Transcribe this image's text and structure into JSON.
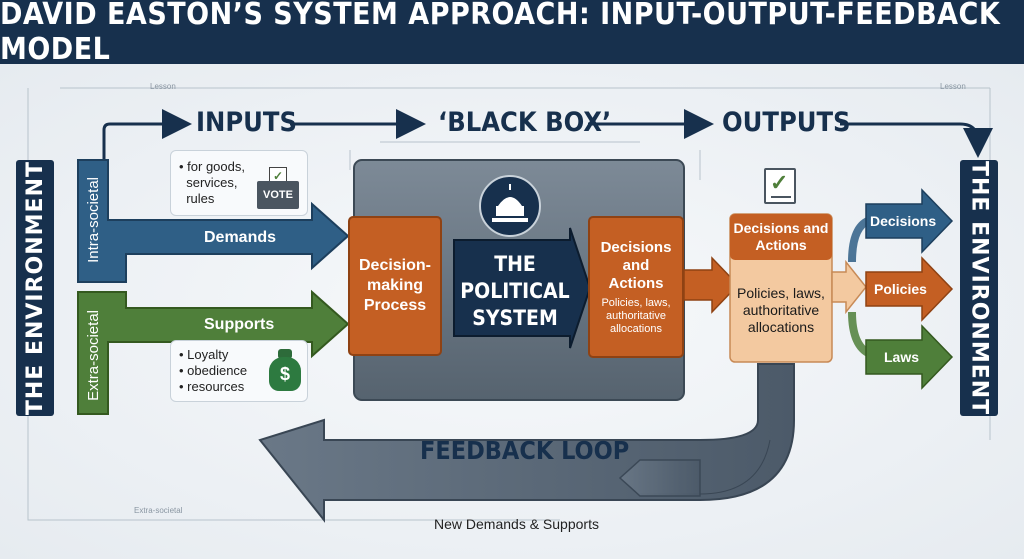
{
  "title": "DAVID EASTON’S SYSTEM APPROACH: INPUT-OUTPUT-FEEDBACK MODEL",
  "environment_left": "THE ENVIRONMENT",
  "environment_right": "THE ENVIRONMENT",
  "headers": {
    "inputs": "INPUTS",
    "black_box": "‘BLACK BOX’",
    "outputs": "OUTPUTS",
    "feedback": "FEEDBACK LOOP"
  },
  "small_labels": {
    "lesson_left": "Lesson",
    "lesson_right": "Lesson",
    "extra_bottom": "Extra-societal"
  },
  "demands": {
    "label": "Demands",
    "side": "Intra-societal",
    "notes": [
      "• for goods,",
      "  services,",
      "  rules"
    ],
    "vote": "VOTE"
  },
  "supports": {
    "label": "Supports",
    "side": "Extra-societal",
    "notes": [
      "• Loyalty",
      "• obedience",
      "• resources"
    ],
    "money_symbol": "$"
  },
  "system": {
    "process": "Decision-making Process",
    "title_lines": [
      "THE",
      "POLITICAL",
      "SYSTEM"
    ],
    "out_title": "Decisions and Actions",
    "out_sub": "Policies, laws, authoritative allocations"
  },
  "outputs_box": {
    "title": "Decisions and Actions",
    "sub": "Policies, laws, authoritative allocations"
  },
  "output_arrows": [
    "Decisions",
    "Policies",
    "Laws"
  ],
  "feedback_caption": "New Demands & Supports",
  "colors": {
    "navy": "#17304d",
    "blue": "#2f5f86",
    "green": "#4f7f3a",
    "orange": "#c45f23",
    "peach": "#f3c9a0",
    "grey": "#5d6d7e"
  },
  "icons": [
    "ballot-box-icon",
    "checklist-icon",
    "capitol-icon",
    "money-bag-icon"
  ]
}
